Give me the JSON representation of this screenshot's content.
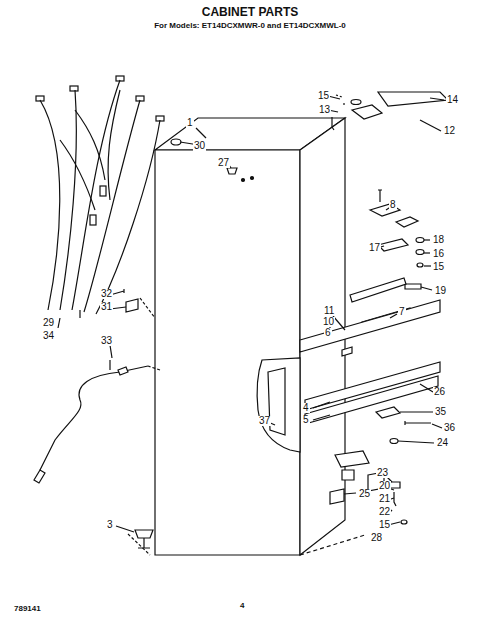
{
  "diagram": {
    "title": "CABINET PARTS",
    "labels": [
      "For Models: ET14DCXMWR-0 and ET14DCXMWL-0",
      "1",
      "30",
      "27",
      "15",
      "14",
      "13",
      "12",
      "8",
      "17",
      "18",
      "16",
      "15",
      "19",
      "11",
      "7",
      "10",
      "6",
      "26",
      "4",
      "5",
      "35",
      "36",
      "24",
      "23",
      "20",
      "21",
      "22",
      "25",
      "15",
      "28",
      "3",
      "29",
      "34",
      "32",
      "31",
      "33",
      "37",
      "789141",
      "4"
    ]
  }
}
